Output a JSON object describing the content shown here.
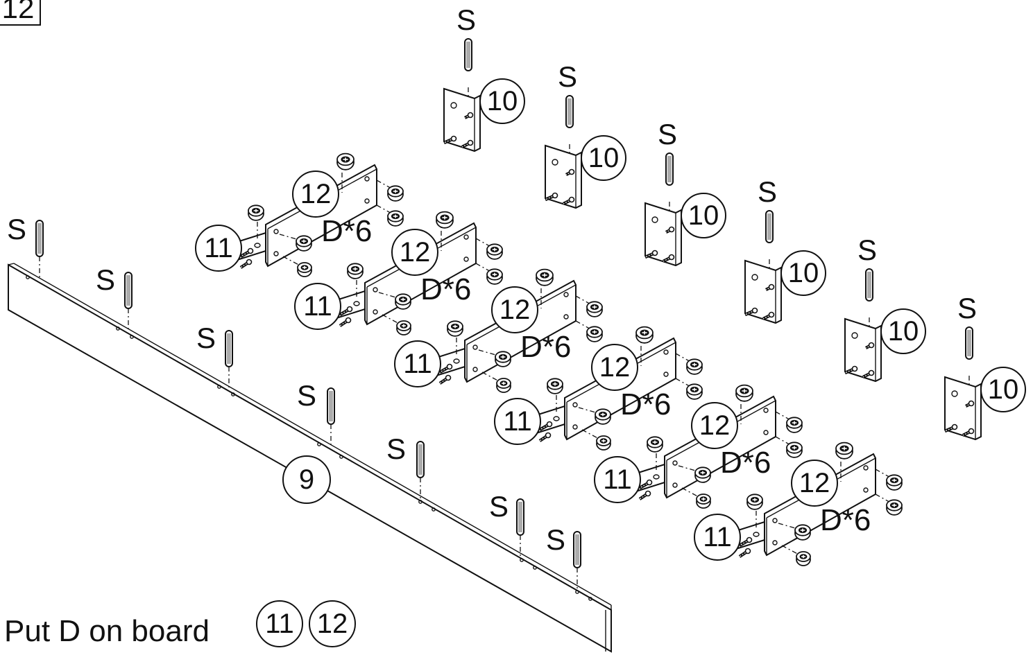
{
  "step": {
    "number": "12"
  },
  "part_labels": {
    "board": "9",
    "bracket": "10",
    "side_left": "11",
    "side_right": "12",
    "dowel": "S",
    "cam_count": "D*6"
  },
  "caption": {
    "text": "Put D on board",
    "part_a": "11",
    "part_b": "12"
  }
}
